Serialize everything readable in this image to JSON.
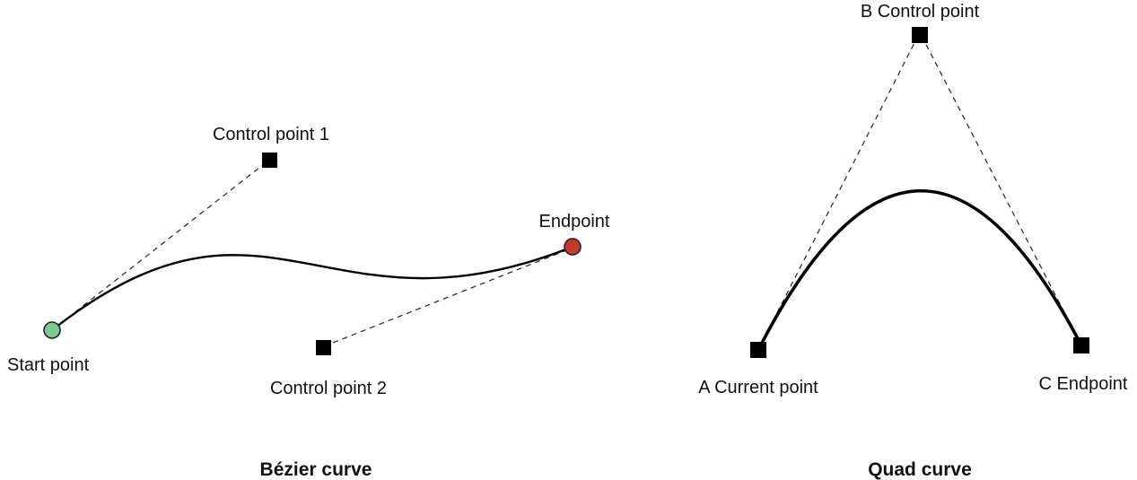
{
  "diagram": {
    "left": {
      "caption": "Bézier curve",
      "labels": {
        "start": "Start point",
        "end": "Endpoint",
        "control1": "Control point 1",
        "control2": "Control point 2"
      },
      "colors": {
        "start_fill": "#7ec98f",
        "end_fill": "#c43a33"
      }
    },
    "right": {
      "caption": "Quad curve",
      "labels": {
        "control": "B Control point",
        "current": "A Current point",
        "end": "C Endpoint"
      }
    },
    "stroke_color": "#000000"
  }
}
